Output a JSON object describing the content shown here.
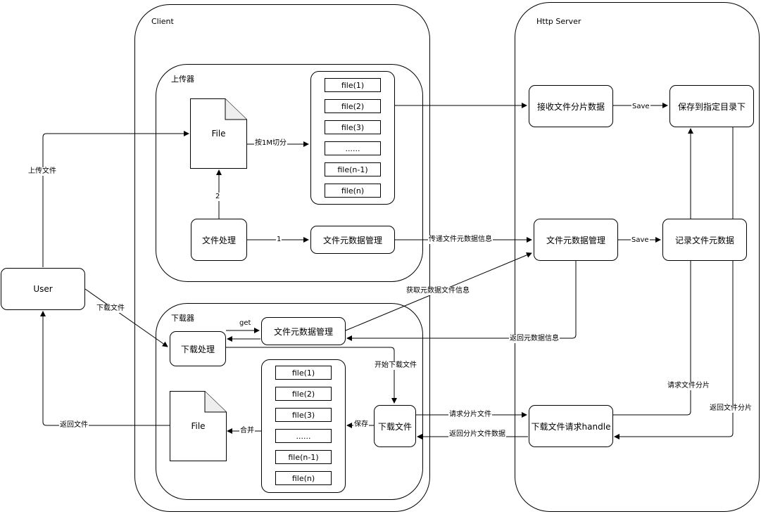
{
  "containers": {
    "client": "Client",
    "server": "Http Server",
    "uploader": "上传器",
    "downloader": "下载器"
  },
  "user": "User",
  "upload": {
    "file": "File",
    "fragments": [
      "file(1)",
      "file(2)",
      "file(3)",
      "......",
      "file(n-1)",
      "file(n)"
    ],
    "file_processing": "文件处理",
    "metadata_mgmt": "文件元数据管理"
  },
  "download": {
    "download_processing": "下载处理",
    "metadata_mgmt": "文件元数据管理",
    "fragments": [
      "file(1)",
      "file(2)",
      "file(3)",
      "......",
      "file(n-1)",
      "file(n)"
    ],
    "download_file": "下载文件",
    "file": "File"
  },
  "server": {
    "receive_fragments": "接收文件分片数据",
    "save_to_dir": "保存到指定目录下",
    "metadata_mgmt": "文件元数据管理",
    "record_metadata": "记录文件元数据",
    "download_handle": "下载文件请求handle"
  },
  "edges": {
    "upload_file": "上传文件",
    "split_1m": "按1M切分",
    "step_1": "1",
    "step_2": "2",
    "save_1": "Save",
    "pass_metadata": "传递文件元数据信息",
    "save_2": "Save",
    "download_file": "下载文件",
    "get": "get",
    "fetch_metadata": "获取元数据文件信息",
    "return_metadata": "返回元数据信息",
    "start_download": "开始下载文件",
    "request_fragment": "请求分片文件",
    "return_fragment_data": "返回分片文件数据",
    "request_file_fragment": "请求文件分片",
    "return_file_fragment": "返回文件分片",
    "save": "保存",
    "merge": "合并",
    "return_file": "返回文件"
  }
}
